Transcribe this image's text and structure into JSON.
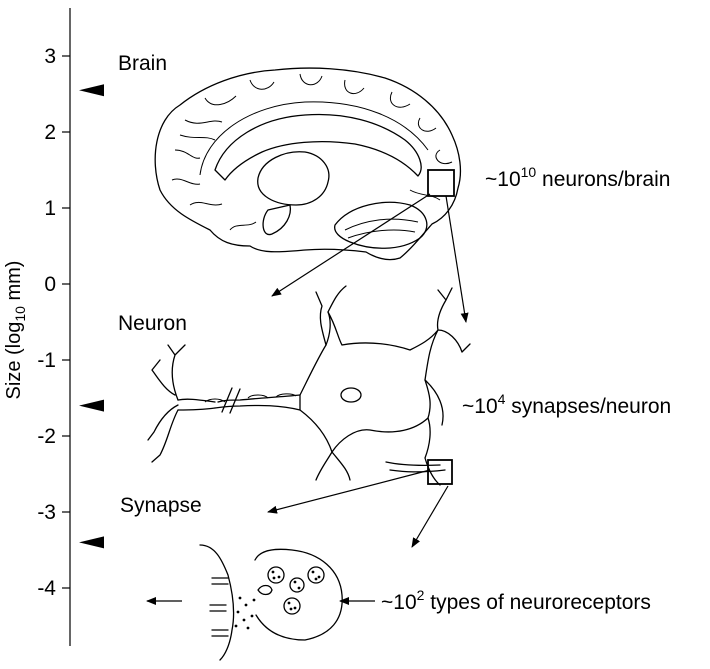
{
  "axis": {
    "title_prefix": "Size (log",
    "title_subscript": "10",
    "title_suffix": " mm)",
    "ticks": [
      "3",
      "2",
      "1",
      "0",
      "-1",
      "-2",
      "-3",
      "-4"
    ]
  },
  "levels": {
    "brain": {
      "label": "Brain",
      "marker_value": 2.55
    },
    "neuron": {
      "label": "Neuron",
      "marker_value": -1.6
    },
    "synapse": {
      "label": "Synapse",
      "marker_value": -3.4
    }
  },
  "annotations": {
    "neurons_per_brain": {
      "prefix": "~10",
      "exponent": "10",
      "suffix": " neurons/brain"
    },
    "synapses_per_neuron": {
      "prefix": "~10",
      "exponent": "4",
      "suffix": " synapses/neuron"
    },
    "neuroreceptor_types": {
      "prefix": "~10",
      "exponent": "2",
      "suffix": " types of  neuroreceptors"
    }
  }
}
